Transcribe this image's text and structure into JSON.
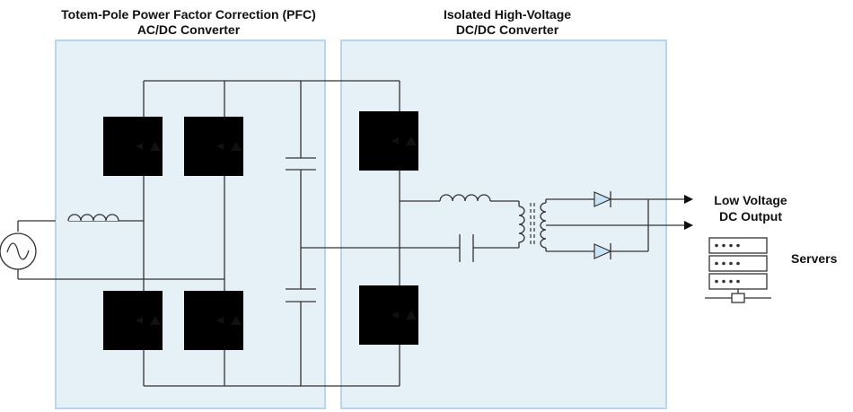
{
  "pfc": {
    "title_line1": "Totem-Pole Power Factor Correction (PFC)",
    "title_line2": "AC/DC Converter"
  },
  "dcdc": {
    "title_line1": "Isolated High-Voltage",
    "title_line2": "DC/DC Converter"
  },
  "output": {
    "line1": "Low Voltage",
    "line2": "DC  Output"
  },
  "load": {
    "label": "Servers"
  },
  "colors": {
    "block_fill": "#e6f0f7",
    "block_border": "#b7d5ec",
    "switch_fill": "#c9e3f6",
    "wire": "#333333"
  }
}
